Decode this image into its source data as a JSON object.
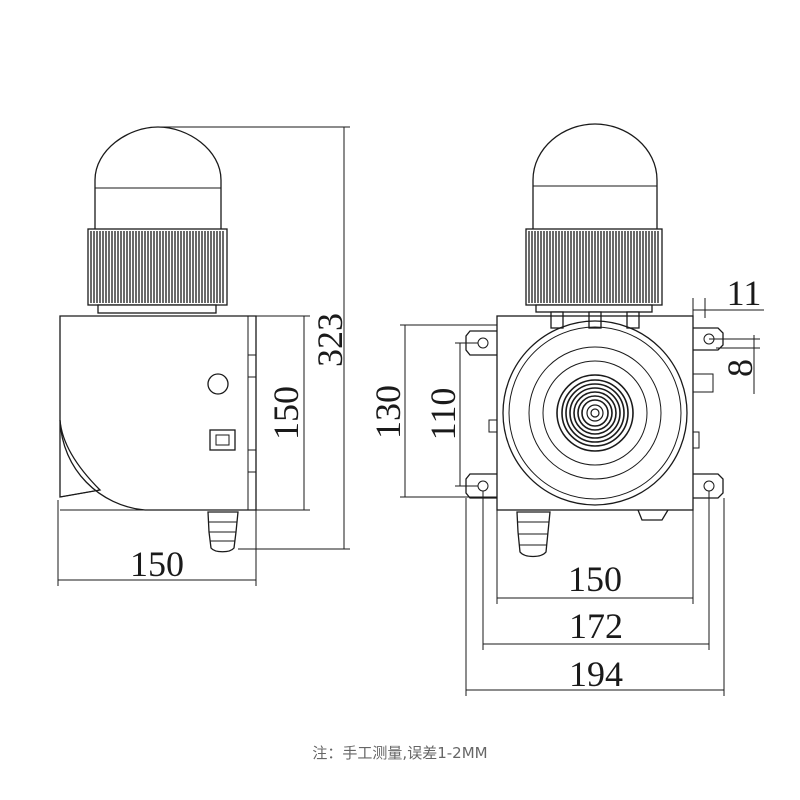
{
  "dimensions": {
    "total_height": "323",
    "side_body_height": "150",
    "side_depth": "150",
    "front_outer_height": "130",
    "front_inner_height": "110",
    "front_top_offset": "11",
    "front_hole_offset": "8",
    "front_body_width": "150",
    "front_hole_width": "172",
    "front_total_width": "194"
  },
  "caption": "注：手工测量,误差1-2MM",
  "colors": {
    "line": "#1a1a1a",
    "rib": "#2a2a2a",
    "caption": "#666666"
  }
}
